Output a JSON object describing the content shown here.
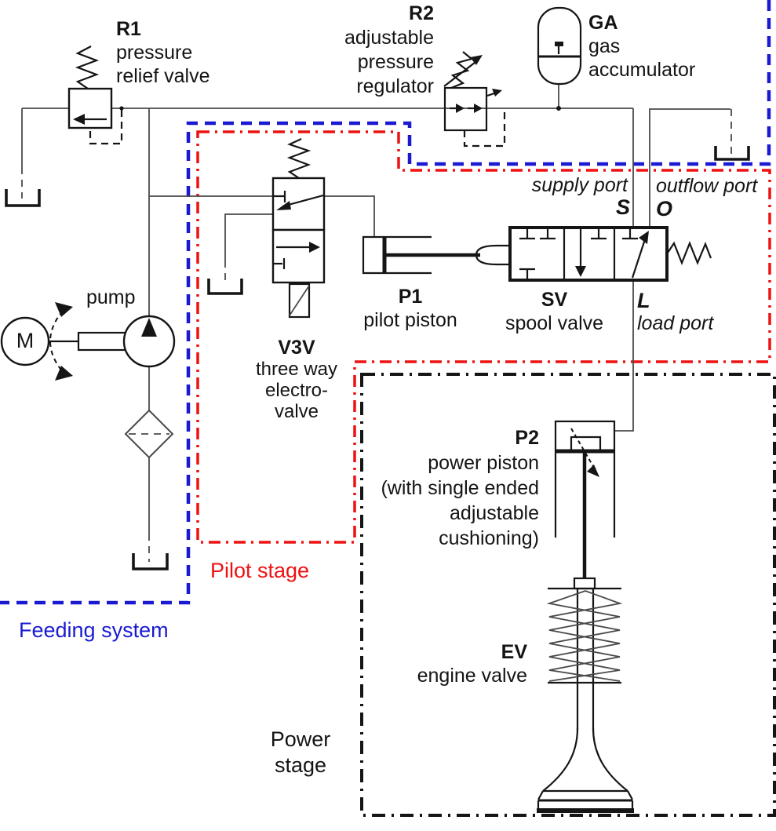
{
  "colors": {
    "line": "#4a4a4a",
    "dark": "#151515",
    "text": "#141414",
    "blue": "#1a1ad2",
    "red": "#ee1111"
  },
  "components": {
    "r1": {
      "id": "R1",
      "desc1": "pressure",
      "desc2": "relief valve"
    },
    "r2": {
      "id": "R2",
      "desc1": "adjustable",
      "desc2": "pressure",
      "desc3": "regulator"
    },
    "ga": {
      "id": "GA",
      "desc1": "gas",
      "desc2": "accumulator"
    },
    "pump": {
      "label": "pump",
      "motor_letter": "M"
    },
    "v3v": {
      "id": "V3V",
      "desc1": "three way",
      "desc2": "electro-",
      "desc3": "valve"
    },
    "p1": {
      "id": "P1",
      "desc": "pilot piston"
    },
    "sv": {
      "id": "SV",
      "desc": "spool valve"
    },
    "p2": {
      "id": "P2",
      "desc1": "power piston",
      "desc2": "(with single ended",
      "desc3": "adjustable",
      "desc4": "cushioning)"
    },
    "ev": {
      "id": "EV",
      "desc": "engine valve"
    }
  },
  "ports": {
    "supply": {
      "letter": "S",
      "label": "supply port"
    },
    "outflow": {
      "letter": "O",
      "label": "outflow port"
    },
    "load": {
      "letter": "L",
      "label": "load port"
    }
  },
  "regions": {
    "feeding": {
      "label": "Feeding system",
      "color": "#1a1ad2"
    },
    "pilot": {
      "label": "Pilot stage",
      "color": "#ee1111"
    },
    "power": {
      "line1": "Power",
      "line2": "stage",
      "color": "#141414"
    }
  }
}
